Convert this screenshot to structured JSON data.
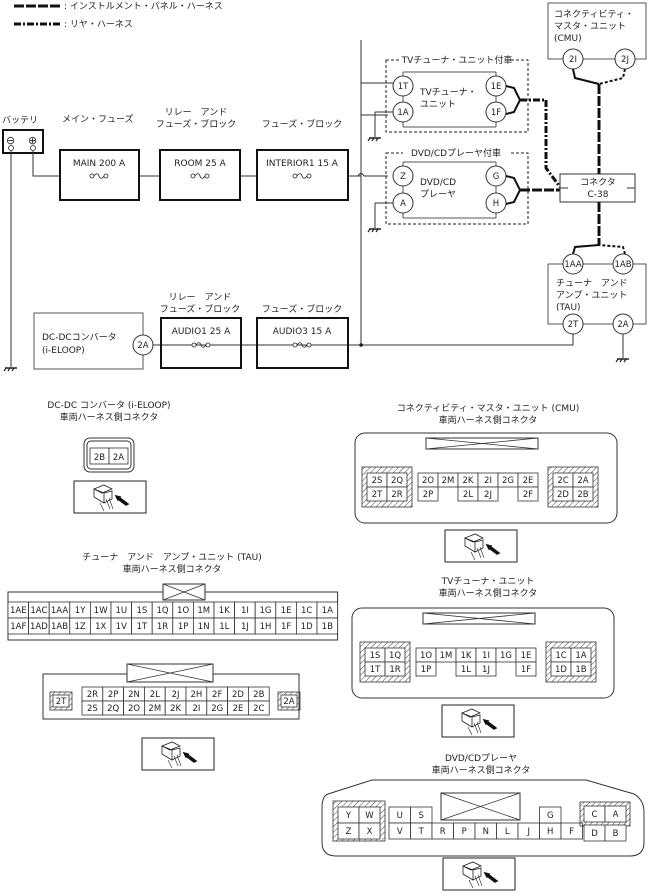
{
  "legend": [
    {
      "style": "dashed-thick",
      "label": ": インストルメント・パネル・ハーネス"
    },
    {
      "style": "dash-dot-thick",
      "label": ": リヤ・ハーネス"
    }
  ],
  "schematic": {
    "battery": {
      "label": "バッテリ",
      "terminals": [
        "⊖",
        "⊕"
      ]
    },
    "main_fuse": {
      "title": "メイン・フューズ",
      "name": "MAIN 200 A"
    },
    "room_fuse": {
      "title_line1": "リレー　アンド",
      "title_line2": "フューズ・ブロック",
      "name": "ROOM 25 A"
    },
    "interior_fuse": {
      "title": "フューズ・ブロック",
      "name": "INTERIOR1 15 A"
    },
    "audio1_fuse": {
      "title_line1": "リレー　アンド",
      "title_line2": "フューズ・ブロック",
      "name": "AUDIO1 25 A"
    },
    "audio3_fuse": {
      "title": "フューズ・ブロック",
      "name": "AUDIO3 15 A"
    },
    "dcdc": {
      "line1": "DC-DCコンバータ",
      "line2": "(i-ELOOP)",
      "pin": "2A"
    },
    "tv_option": {
      "title": "TVチューナ・ユニット付車",
      "unit_line1": "TVチューナ・",
      "unit_line2": "ユニット",
      "pins": [
        "1T",
        "1A",
        "1E",
        "1F"
      ]
    },
    "dvd_option": {
      "title": "DVD/CDプレーヤ付車",
      "unit_line1": "DVD/CD",
      "unit_line2": "プレーヤ",
      "pins": [
        "Z",
        "A",
        "G",
        "H"
      ]
    },
    "cmu": {
      "line1": "コネクティビティ・",
      "line2": "マスタ・ユニット",
      "line3": "(CMU)",
      "pins": [
        "2I",
        "2J"
      ]
    },
    "connector_c38": {
      "line1": "コネクタ",
      "line2": "C-38"
    },
    "tau": {
      "line1": "チューナ　アンド",
      "line2": "アンプ・ユニット",
      "line3": "(TAU)",
      "pins": [
        "1AA",
        "1AB",
        "2T",
        "2A"
      ]
    }
  },
  "connectors": {
    "dcdc": {
      "title1": "DC-DC コンバータ (i-ELOOP)",
      "title2": "車両ハーネス側コネクタ",
      "pins": [
        "2B",
        "2A"
      ]
    },
    "cmu": {
      "title1": "コネクティビティ・マスタ・ユニット (CMU)",
      "title2": "車両ハーネス側コネクタ",
      "left_top": [
        "2S",
        "2Q"
      ],
      "left_bottom": [
        "2T",
        "2R"
      ],
      "mid_top": [
        "2O",
        "2M",
        "2K",
        "2I",
        "2G",
        "2E"
      ],
      "mid_bottom": [
        "2P",
        "",
        "2L",
        "2J",
        "",
        "2F"
      ],
      "right_top": [
        "2C",
        "2A"
      ],
      "right_bottom": [
        "2D",
        "2B"
      ]
    },
    "tau1": {
      "title1": "チューナ　アンド　アンプ・ユニット (TAU)",
      "title2": "車両ハーネス側コネクタ",
      "top": [
        "1AE",
        "1AC",
        "1AA",
        "1Y",
        "1W",
        "1U",
        "1S",
        "1Q",
        "1O",
        "1M",
        "1K",
        "1I",
        "1G",
        "1E",
        "1C",
        "1A"
      ],
      "bottom": [
        "1AF",
        "1AD",
        "1AB",
        "1Z",
        "1X",
        "1V",
        "1T",
        "1R",
        "1P",
        "1N",
        "1L",
        "1J",
        "1H",
        "1F",
        "1D",
        "1B"
      ]
    },
    "tau2": {
      "left": "2T",
      "right": "2A",
      "top": [
        "2R",
        "2P",
        "2N",
        "2L",
        "2J",
        "2H",
        "2F",
        "2D",
        "2B"
      ],
      "bottom": [
        "2S",
        "2Q",
        "2O",
        "2M",
        "2K",
        "2I",
        "2G",
        "2E",
        "2C"
      ]
    },
    "tv": {
      "title1": "TVチューナ・ユニット",
      "title2": "車両ハーネス側コネクタ",
      "left_top": [
        "1S",
        "1Q"
      ],
      "left_bottom": [
        "1T",
        "1R"
      ],
      "mid_top": [
        "1O",
        "1M",
        "1K",
        "1I",
        "1G",
        "1E"
      ],
      "mid_bottom": [
        "1P",
        "",
        "1L",
        "1J",
        "",
        "1F"
      ],
      "right_top": [
        "1C",
        "1A"
      ],
      "right_bottom": [
        "1D",
        "1B"
      ]
    },
    "dvd": {
      "title1": "DVD/CDプレーヤ",
      "title2": "車両ハーネス側コネクタ",
      "left_top": [
        "Y",
        "W"
      ],
      "left_bottom": [
        "Z",
        "X"
      ],
      "top_us": [
        "U",
        "S"
      ],
      "top_g": "G",
      "bottom": [
        "V",
        "T",
        "R",
        "P",
        "N",
        "L",
        "J",
        "H",
        "F"
      ],
      "right_top": [
        "C",
        "A"
      ],
      "right_bottom": [
        "D",
        "B"
      ]
    }
  }
}
